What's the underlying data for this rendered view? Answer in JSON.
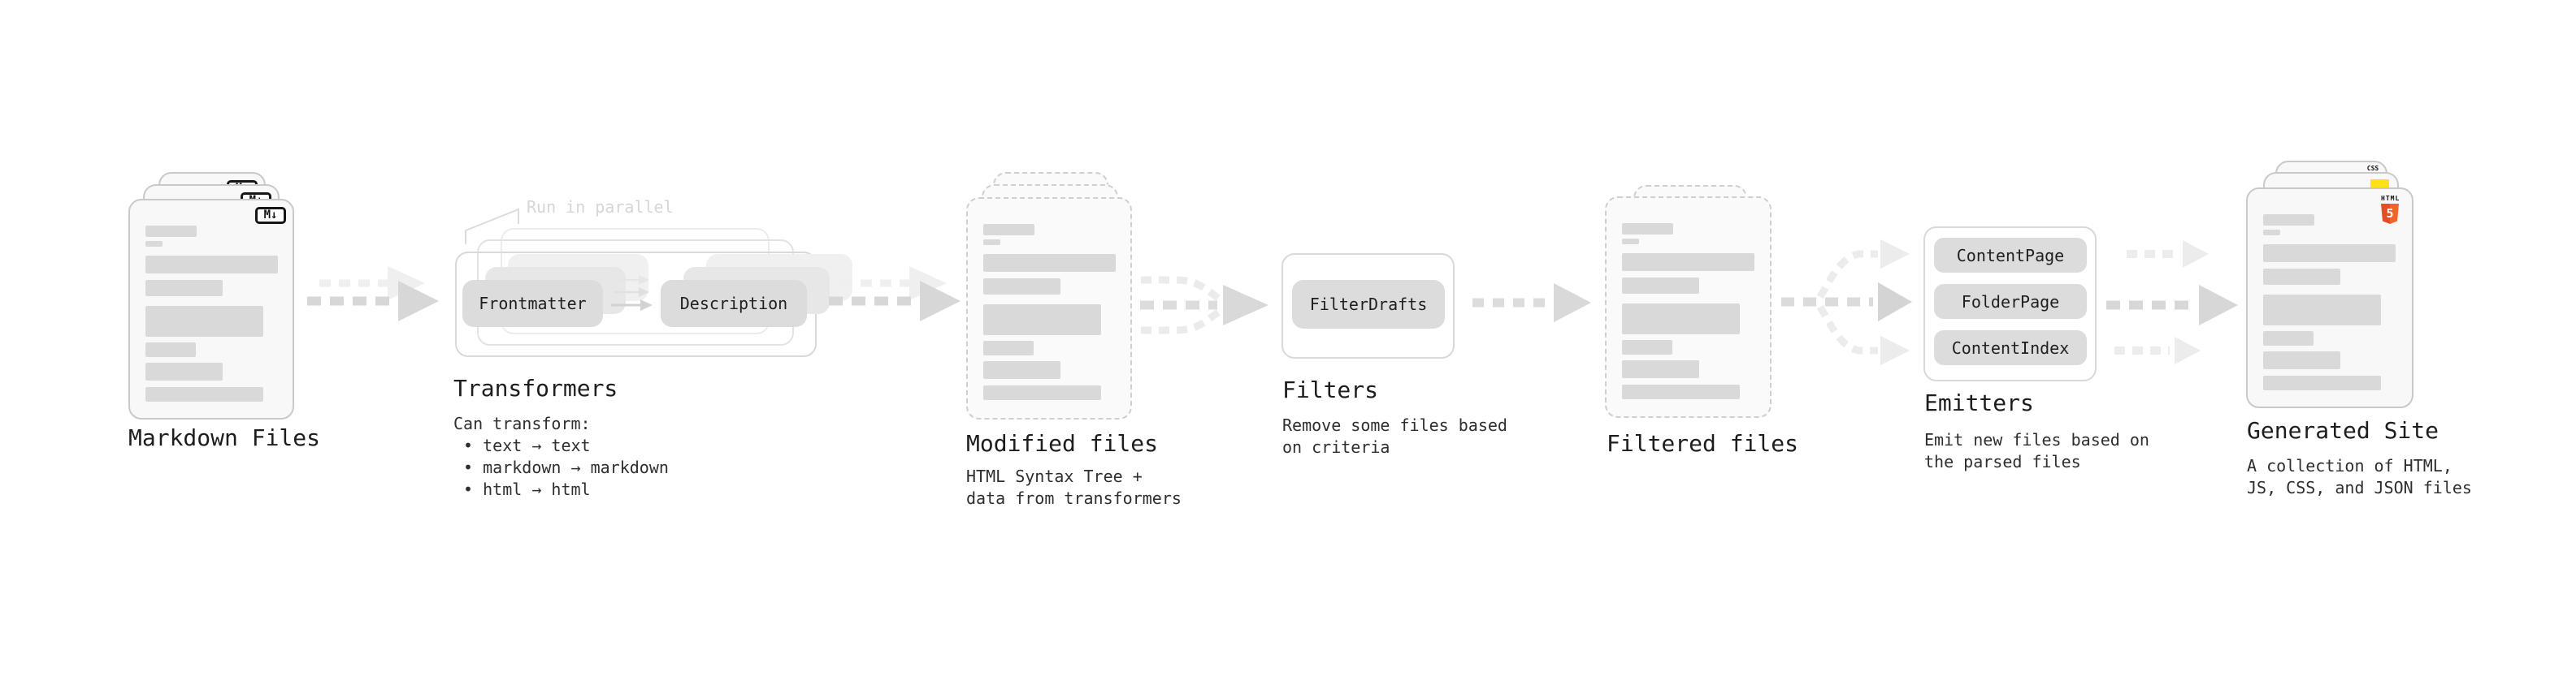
{
  "diagram": {
    "stages": {
      "markdown": {
        "title": "Markdown Files",
        "badge": "M↓"
      },
      "transformers": {
        "title": "Transformers",
        "callout": "Run in parallel",
        "pills": [
          "Frontmatter",
          "Description"
        ],
        "description": "Can transform:\n • text → text\n • markdown → markdown\n • html → html"
      },
      "modified": {
        "title": "Modified files",
        "description": "HTML Syntax Tree +\ndata from transformers"
      },
      "filters": {
        "title": "Filters",
        "pills": [
          "FilterDrafts"
        ],
        "description": "Remove some files based\non criteria"
      },
      "filtered": {
        "title": "Filtered files"
      },
      "emitters": {
        "title": "Emitters",
        "pills": [
          "ContentPage",
          "FolderPage",
          "ContentIndex"
        ],
        "description": "Emit new files based on\nthe parsed files"
      },
      "generated": {
        "title": "Generated Site",
        "description": "A collection of HTML,\nJS, CSS, and JSON files",
        "badges": {
          "css": "CSS",
          "html_label": "HTML",
          "html_number": "5"
        }
      }
    },
    "colors": {
      "accent_orange": "#e44d26",
      "accent_orange_light": "#f16529",
      "js_yellow": "#ffe01a",
      "css_blue": "#2862e9"
    }
  }
}
